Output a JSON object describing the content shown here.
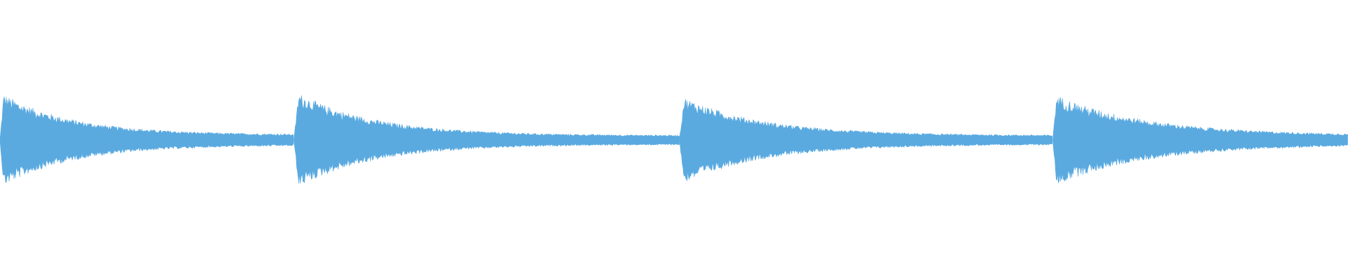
{
  "waveform": {
    "color": "#5aaae0",
    "background": "#ffffff",
    "bursts": [
      {
        "start": 0.0,
        "end": 0.218,
        "peak": 0.31,
        "tail": 0.035,
        "decay": 4.2
      },
      {
        "start": 0.218,
        "end": 0.504,
        "peak": 0.32,
        "tail": 0.03,
        "decay": 5.0
      },
      {
        "start": 0.504,
        "end": 0.781,
        "peak": 0.29,
        "tail": 0.03,
        "decay": 4.6
      },
      {
        "start": 0.781,
        "end": 1.0,
        "peak": 0.3,
        "tail": 0.03,
        "decay": 3.2
      }
    ]
  }
}
